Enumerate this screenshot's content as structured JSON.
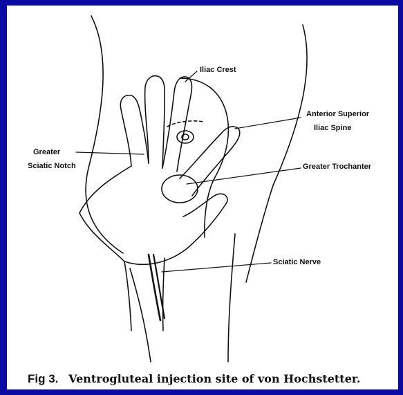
{
  "labels": {
    "iliac_crest": "Iliac Crest",
    "anterior_superior_line1": "Anterior Superior",
    "anterior_superior_line2": "Iliac Spine",
    "greater_sciatic_line1": "Greater",
    "greater_sciatic_line2": "Sciatic Notch",
    "greater_trochanter": "Greater Trochanter",
    "sciatic_nerve": "Sciatic Nerve"
  },
  "caption": {
    "number": "Fig 3.",
    "text": "Ventrogluteal injection site of von Hochstetter."
  },
  "colors": {
    "slide_background": "#0b0ba3",
    "panel_background": "#ffffff",
    "ink": "#111111"
  }
}
